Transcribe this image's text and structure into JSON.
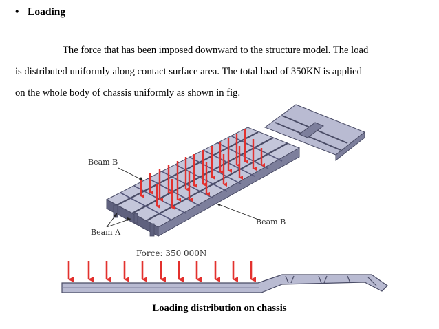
{
  "section": {
    "bullet": "•",
    "title": "Loading"
  },
  "paragraph": {
    "lines": [
      "The force that has been imposed downward to the structure model. The load",
      "is distributed uniformly along contact surface area. The total load of 350KN is applied",
      "on the whole body of chassis uniformly as shown in fig."
    ]
  },
  "figure": {
    "labels": {
      "beam_b_top": "Beam B",
      "beam_b_right": "Beam B",
      "beam_a": "Beam A",
      "force": "Force: 350 000N"
    },
    "caption": "Loading distribution on chassis",
    "colors": {
      "frame": "#7d7f9c",
      "frame_dark": "#4a4c66",
      "frame_light": "#b9bbd2",
      "arrow": "#e3312e"
    }
  }
}
